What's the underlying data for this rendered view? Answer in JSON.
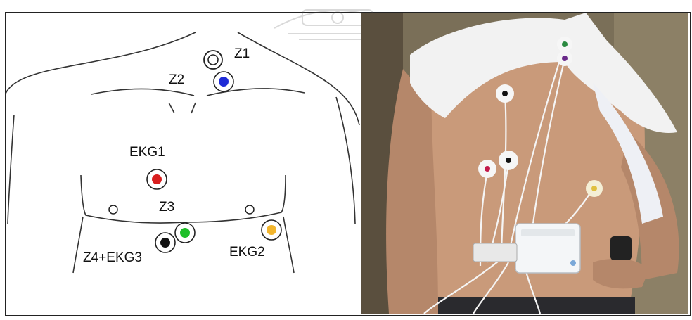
{
  "diagram": {
    "labels": {
      "z1": "Z1",
      "z2": "Z2",
      "ekg1": "EKG1",
      "z3": "Z3",
      "z4_ekg3": "Z4+EKG3",
      "ekg2": "EKG2"
    },
    "electrode_colors": {
      "z1": "#ffffff",
      "z2": "#1e2bd6",
      "ekg1": "#d81e1e",
      "z3": "#1fbf2a",
      "z4_ekg3": "#111111",
      "ekg2": "#f2b52c",
      "side_markers": "#ffffff"
    }
  },
  "photo": {
    "colors": {
      "background": "#7a6f58",
      "skin": "#c99a7a",
      "towel": "#f2f2f2",
      "shirt": "#eef0f5",
      "device": "#f4f6f8",
      "wire": "#f5f5f5",
      "pants": "#2a2a2e"
    }
  }
}
